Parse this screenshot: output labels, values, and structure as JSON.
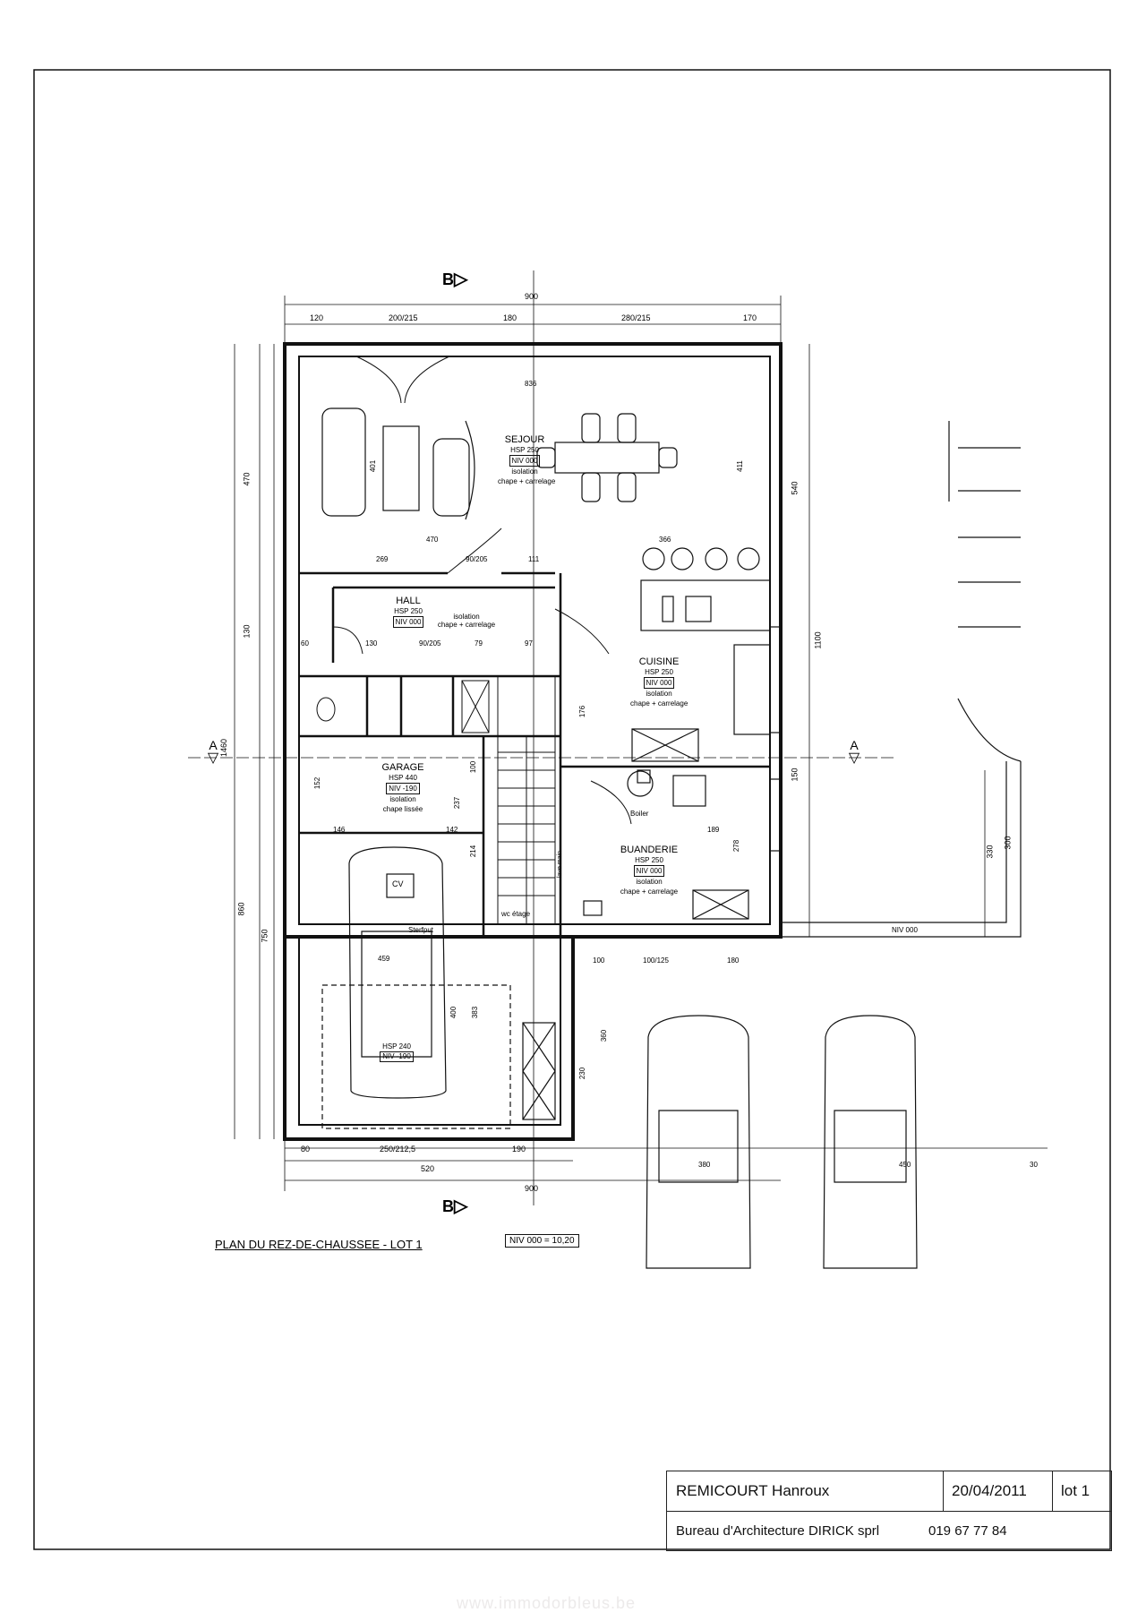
{
  "plan": {
    "title": "PLAN DU REZ-DE-CHAUSSEE - LOT 1",
    "level_ref": "NIV 000 = 10,20",
    "section_b": "B",
    "section_a": "A",
    "rooms": [
      {
        "name": "SEJOUR",
        "hsp": "HSP 250",
        "niv": "NIV 000",
        "finish1": "isolation",
        "finish2": "chape + carrelage"
      },
      {
        "name": "HALL",
        "hsp": "HSP 250",
        "niv": "NIV 000",
        "finish1": "isolation",
        "finish2": "chape + carrelage"
      },
      {
        "name": "CUISINE",
        "hsp": "HSP 250",
        "niv": "NIV 000",
        "finish1": "isolation",
        "finish2": "chape + carrelage"
      },
      {
        "name": "GARAGE",
        "hsp": "HSP 440",
        "niv": "NIV -190",
        "finish1": "isolation",
        "finish2": "chape lissée"
      },
      {
        "name": "BUANDERIE",
        "hsp": "HSP 250",
        "niv": "NIV 000",
        "finish1": "isolation",
        "finish2": "chape + carrelage"
      },
      {
        "name": "",
        "hsp": "HSP 240",
        "niv": "NIV -190",
        "finish1": "",
        "finish2": ""
      }
    ],
    "labels": {
      "boiler": "Boiler",
      "cv": "CV",
      "stairs_note": "wc étage",
      "sink_note": "lave main",
      "terrace_level": "NIV 000",
      "storage": "Sterfput"
    },
    "dims_top": [
      "120",
      "200/215",
      "180",
      "280/215",
      "170"
    ],
    "dims_top_total": "900",
    "dims_bottom": [
      "80",
      "250/212,5",
      "190"
    ],
    "dims_bottom_sub": "520",
    "dims_bottom_total": "900",
    "dims_left": [
      "470",
      "130",
      "1460",
      "860",
      "750"
    ],
    "dims_right": [
      "540",
      "1100",
      "150",
      "330",
      "300"
    ],
    "dims_inner": [
      "836",
      "401",
      "411",
      "470",
      "366",
      "269",
      "90/205",
      "111",
      "60",
      "130",
      "90/205",
      "79",
      "97",
      "176",
      "152",
      "100",
      "146",
      "142",
      "237",
      "214",
      "189",
      "278",
      "459",
      "400",
      "383",
      "360",
      "230",
      "100",
      "100/125",
      "180",
      "380",
      "450",
      "30"
    ]
  },
  "title_block": {
    "project": "REMICOURT Hanroux",
    "date": "20/04/2011",
    "lot": "lot 1",
    "office": "Bureau d'Architecture DIRICK sprl",
    "phone": "019 67 77 84"
  },
  "watermark": "www.immodorbleus.be"
}
